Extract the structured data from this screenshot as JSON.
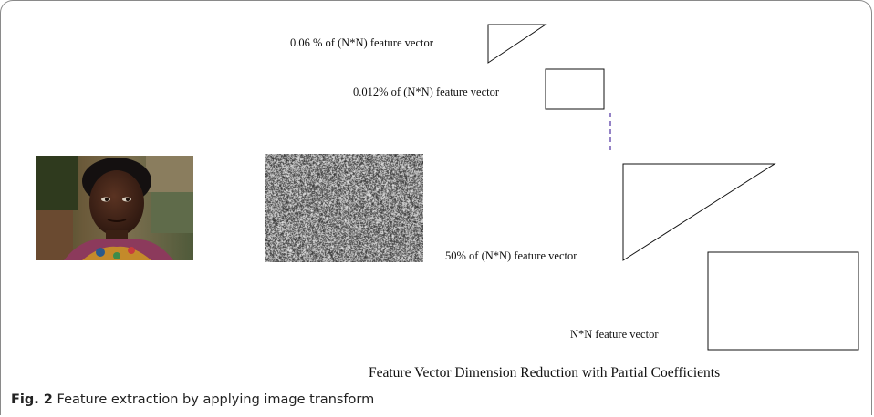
{
  "labels": {
    "l006": "0.06 % of (N*N) feature vector",
    "l0012": "0.012% of (N*N) feature vector",
    "l50": "50% of (N*N) feature vector",
    "lnn": "N*N feature vector"
  },
  "title": "Feature Vector Dimension Reduction with Partial Coefficients",
  "caption": {
    "figure_label": "Fig. 2",
    "text": "Feature extraction by applying image transform"
  }
}
